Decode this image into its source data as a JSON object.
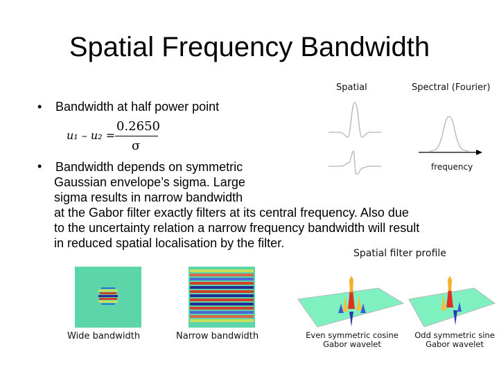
{
  "slide": {
    "title": "Spatial Frequency Bandwidth",
    "col_spatial": "Spatial",
    "col_spectral": "Spectral (Fourier)",
    "bullet1": "Bandwidth at half power point",
    "formula": {
      "lhs": "u₁ – u₂ =",
      "numerator": "0.2650",
      "denominator": "σ"
    },
    "bullet2_line1": "Bandwidth depends on symmetric",
    "bullet2_rest": "Gaussian envelope’s sigma. Large\nsigma results in narrow bandwidth\nat the Gabor filter exactly filters at its central frequency. Also due\nto the uncertainty relation a narrow frequency bandwidth will result\nin reduced spatial localisation by the filter.",
    "frequency_label": "frequency",
    "spatial_filter_profile": "Spatial filter profile",
    "captions": {
      "wide": "Wide bandwidth",
      "narrow": "Narrow bandwidth",
      "even": "Even symmetric cosine\nGabor wavelet",
      "odd": "Odd symmetric sine\nGabor wavelet"
    }
  }
}
